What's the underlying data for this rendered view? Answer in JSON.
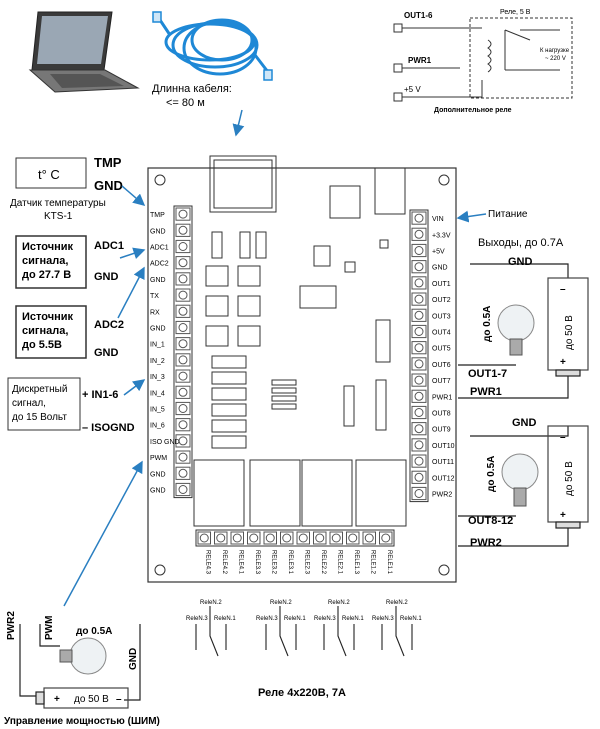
{
  "cable": {
    "label_line1": "Длинна кабеля:",
    "label_line2": "<= 80 м"
  },
  "relay_diagram": {
    "out_label": "OUT1-6",
    "relay_title": "Реле, 5 В",
    "pwr_label": "PWR1",
    "v5_label": "+5 V",
    "load_line1": "К нагрузке",
    "load_line2": "~ 220 V",
    "caption": "Дополнительное реле"
  },
  "temp_sensor": {
    "box_text": "t° C",
    "tmp_label": "TMP",
    "gnd_label": "GND",
    "caption_line1": "Датчик температуры",
    "caption_line2": "KTS-1"
  },
  "source1": {
    "line1": "Источник",
    "line2": "сигнала,",
    "line3": "до 27.7 В",
    "adc_label": "ADC1",
    "gnd_label": "GND"
  },
  "source2": {
    "line1": "Источник",
    "line2": "сигнала,",
    "line3": "до  5.5В",
    "adc_label": "ADC2",
    "gnd_label": "GND"
  },
  "discrete": {
    "line1": "Дискретный",
    "line2": "сигнал,",
    "line3": "до 15 Вольт",
    "plus_label": "+ IN1-6",
    "minus_label": "– ISOGND"
  },
  "board": {
    "left_pins": [
      "TMP",
      "GND",
      "ADC1",
      "ADC2",
      "GND",
      "TX",
      "RX",
      "GND",
      "IN_1",
      "IN_2",
      "IN_3",
      "IN_4",
      "IN_5",
      "IN_6",
      "ISO GND",
      "PWM",
      "GND",
      "GND"
    ],
    "right_pins": [
      "VIN",
      "+3.3V",
      "+5V",
      "GND",
      "OUT1",
      "OUT2",
      "OUT3",
      "OUT4",
      "OUT5",
      "OUT6",
      "OUT7",
      "PWR1",
      "OUT8",
      "OUT9",
      "OUT10",
      "OUT11",
      "OUT12",
      "PWR2"
    ],
    "bottom_pins": [
      "RELE4.3",
      "RELE4.2",
      "RELE4.1",
      "RELE3.3",
      "RELE3.2",
      "RELE3.1",
      "RELE2.3",
      "RELE2.2",
      "RELE2.1",
      "RELE1.3",
      "RELE1.2",
      "RELE1.1"
    ]
  },
  "power": {
    "label": "Питание"
  },
  "outputs": {
    "title": "Выходы, до 0.7A",
    "group1": {
      "gnd": "GND",
      "lamp": "до 0.5A",
      "battery": "до 50 В",
      "plus": "+",
      "minus": "–",
      "out": "OUT1-7",
      "pwr": "PWR1"
    },
    "group2": {
      "gnd": "GND",
      "lamp": "до 0.5A",
      "battery": "до 50 В",
      "plus": "+",
      "minus": "–",
      "out": "OUT8-12",
      "pwr": "PWR2"
    }
  },
  "pwm": {
    "pwr2": "PWR2",
    "pwm": "PWM",
    "lamp": "до 0.5A",
    "gnd": "GND",
    "battery": "до 50 В",
    "plus": "+",
    "minus": "–",
    "caption": "Управление мощностью (ШИМ)"
  },
  "relays": {
    "contacts": [
      "ReleN.2",
      "ReleN.3",
      "ReleN.1"
    ],
    "caption": "Реле 4x220В, 7А"
  },
  "colors": {
    "arrow": "#2a7fc1",
    "cable": "#1e88d6",
    "board_stroke": "#333333"
  }
}
